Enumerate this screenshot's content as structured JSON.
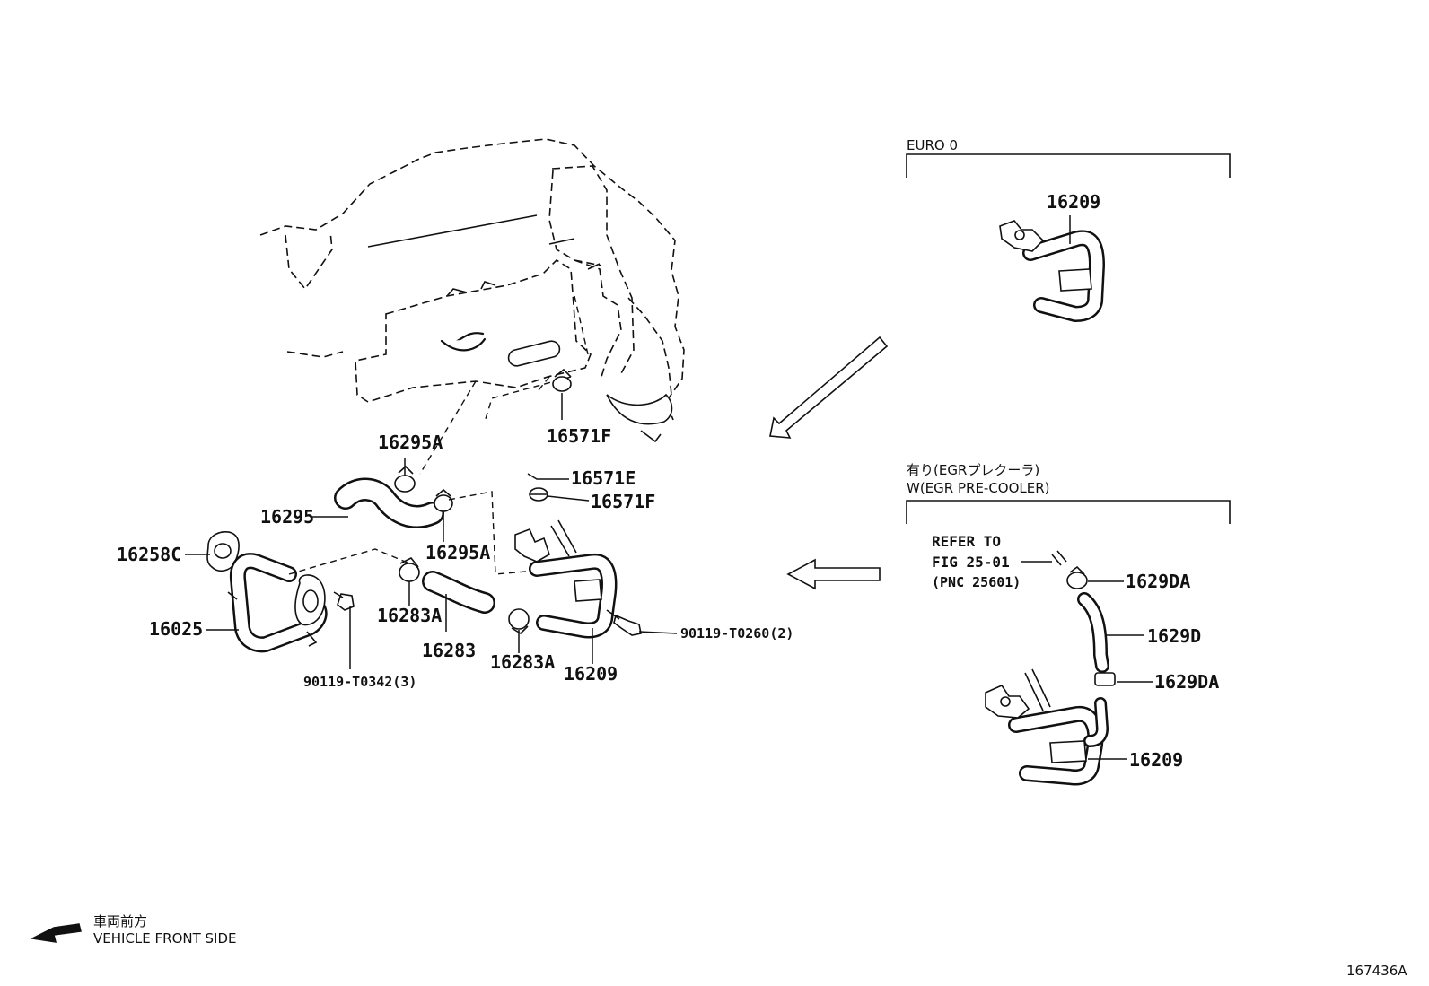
{
  "variants": {
    "euro0": "EURO 0",
    "egr_jp": "有り(EGRプレクーラ)",
    "egr_en": "W(EGR PRE-COOLER)"
  },
  "refer": {
    "line1": "REFER TO",
    "line2": "FIG 25-01",
    "line3": "(PNC 25601)"
  },
  "parts": {
    "p16295A_top": "16295A",
    "p16571F_top": "16571F",
    "p16571E": "16571E",
    "p16571F_mid": "16571F",
    "p16295": "16295",
    "p16258C": "16258C",
    "p16295A_mid": "16295A",
    "p16025": "16025",
    "p16283A_left": "16283A",
    "p16283": "16283",
    "p16283A_right": "16283A",
    "p16209_main": "16209",
    "p90119_T0260": "90119-T0260(2)",
    "p90119_T0342": "90119-T0342(3)",
    "p16209_euro0": "16209",
    "p1629DA_top": "1629DA",
    "p1629D": "1629D",
    "p1629DA_bottom": "1629DA",
    "p16209_egr": "16209"
  },
  "direction": {
    "jp": "車両前方",
    "en": "VEHICLE FRONT SIDE"
  },
  "figure_id": "167436A"
}
